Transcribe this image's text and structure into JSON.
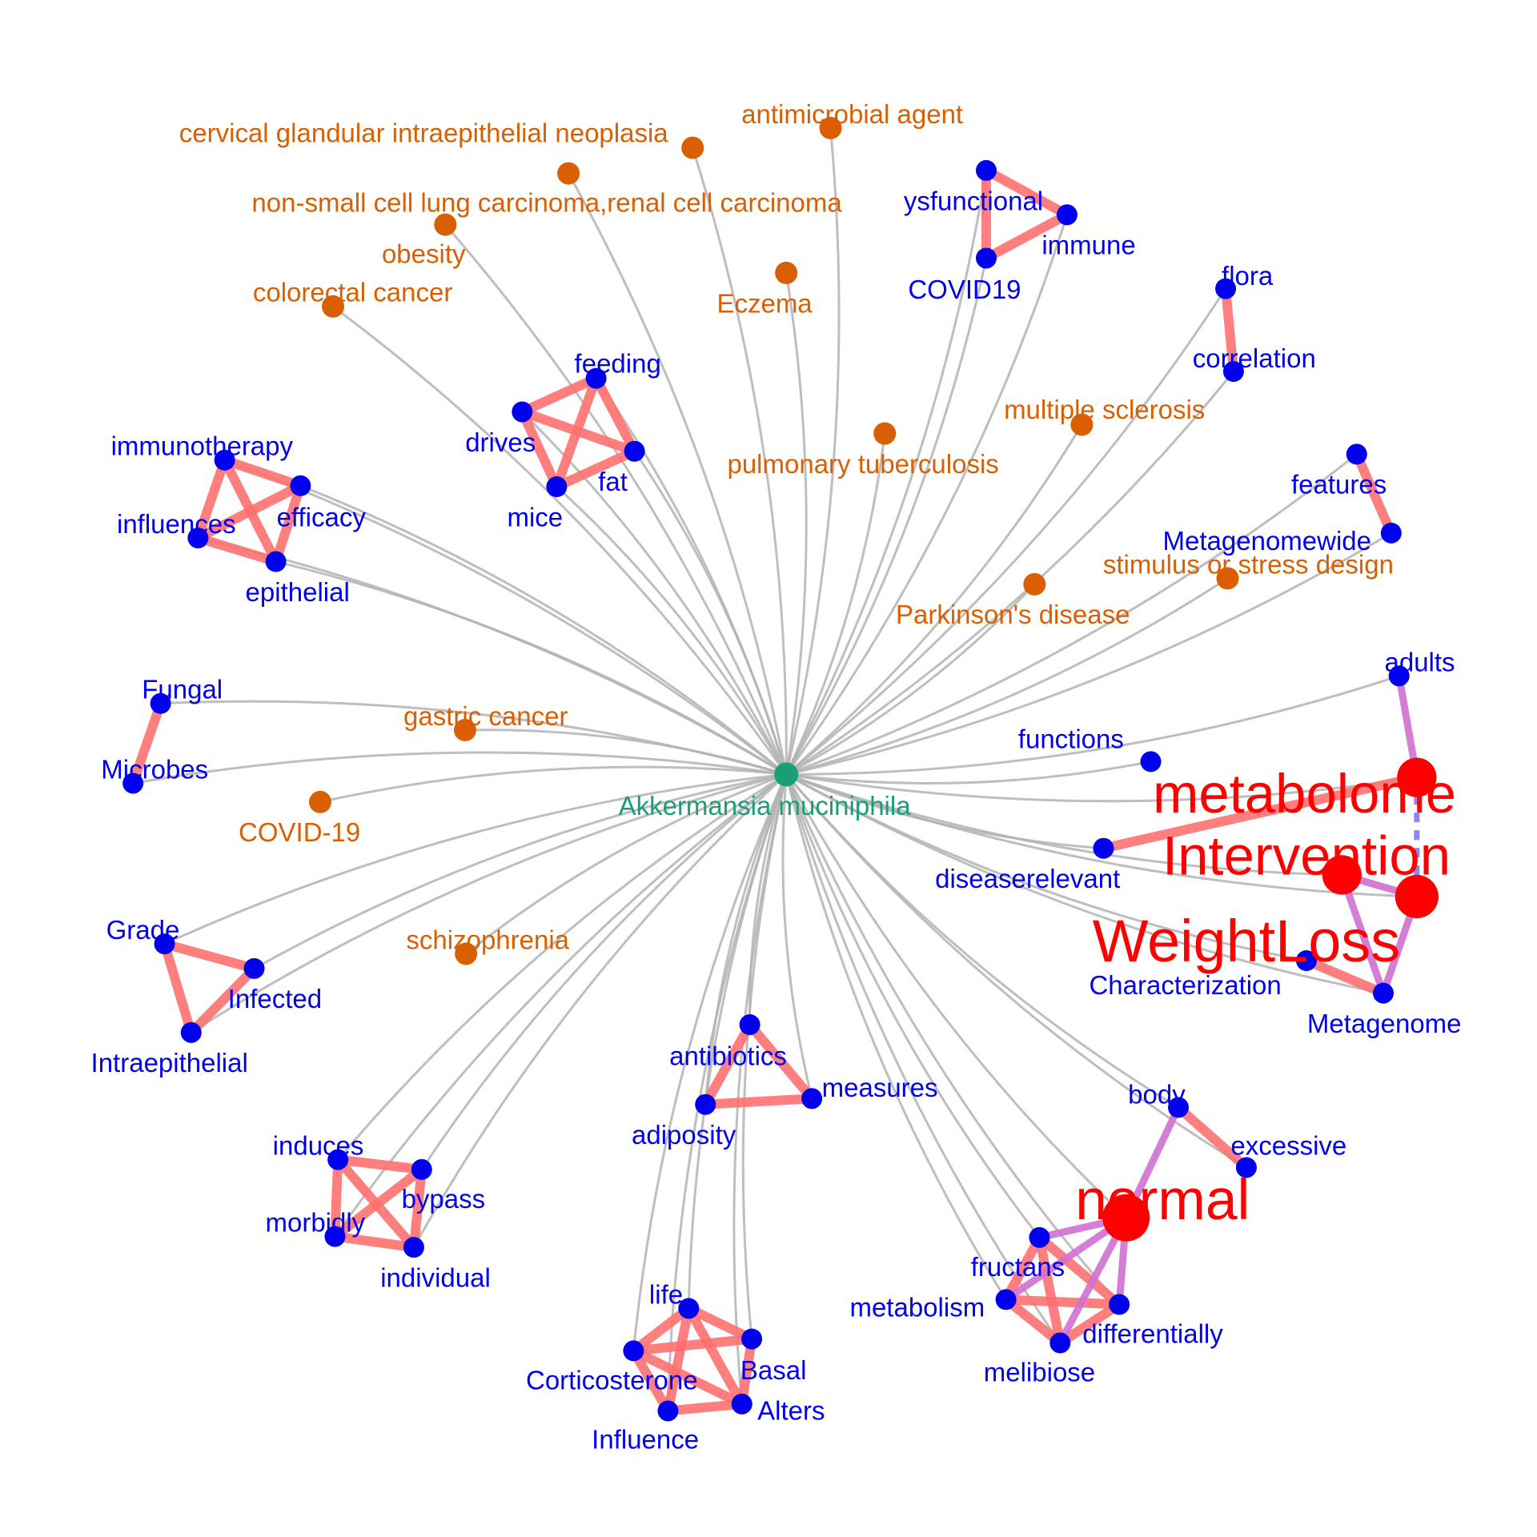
{
  "colors": {
    "center": "#1a9e77",
    "disease": "#d95f02",
    "term": "#0000ee",
    "key": "#ff0000",
    "spoke": "#b3b3b3",
    "cluster_edge": "#ff7070",
    "key_edge": "#d070d0",
    "dashed_edge": "#8888ee"
  },
  "center": {
    "id": "center",
    "label": "Akkermansia muciniphila"
  },
  "nodes": [
    {
      "id": "cgin",
      "label": "cervical glandular intraepithelial neoplasia",
      "type": "disease"
    },
    {
      "id": "antimicrobial",
      "label": "antimicrobial agent",
      "type": "disease"
    },
    {
      "id": "nsclc",
      "label": "non-small cell lung carcinoma,renal cell carcinoma",
      "type": "disease"
    },
    {
      "id": "obesity",
      "label": "obesity",
      "type": "disease"
    },
    {
      "id": "crc",
      "label": "colorectal cancer",
      "type": "disease"
    },
    {
      "id": "eczema",
      "label": "Eczema",
      "type": "disease"
    },
    {
      "id": "ms",
      "label": "multiple sclerosis",
      "type": "disease"
    },
    {
      "id": "ptb",
      "label": "pulmonary tuberculosis",
      "type": "disease"
    },
    {
      "id": "stimulus",
      "label": "stimulus or stress design",
      "type": "disease"
    },
    {
      "id": "pd",
      "label": "Parkinson's disease",
      "type": "disease"
    },
    {
      "id": "gastric",
      "label": "gastric cancer",
      "type": "disease"
    },
    {
      "id": "covid19d",
      "label": "COVID-19",
      "type": "disease"
    },
    {
      "id": "schizo",
      "label": "schizophrenia",
      "type": "disease"
    },
    {
      "id": "dysfunctional",
      "label": "ysfunctional",
      "type": "term"
    },
    {
      "id": "immune",
      "label": "immune",
      "type": "term"
    },
    {
      "id": "covid19",
      "label": "COVID19",
      "type": "term"
    },
    {
      "id": "flora",
      "label": "flora",
      "type": "term"
    },
    {
      "id": "correlation",
      "label": "correlation",
      "type": "term"
    },
    {
      "id": "feeding",
      "label": "feeding",
      "type": "term"
    },
    {
      "id": "drives",
      "label": "drives",
      "type": "term"
    },
    {
      "id": "fat",
      "label": "fat",
      "type": "term"
    },
    {
      "id": "mice",
      "label": "mice",
      "type": "term"
    },
    {
      "id": "immunotherapy",
      "label": "immunotherapy",
      "type": "term"
    },
    {
      "id": "efficacy",
      "label": "efficacy",
      "type": "term"
    },
    {
      "id": "influences",
      "label": "influences",
      "type": "term"
    },
    {
      "id": "epithelial",
      "label": "epithelial",
      "type": "term"
    },
    {
      "id": "features",
      "label": "features",
      "type": "term"
    },
    {
      "id": "metagenomewide",
      "label": "Metagenomewide",
      "type": "term"
    },
    {
      "id": "adults",
      "label": "adults",
      "type": "term"
    },
    {
      "id": "fungal",
      "label": "Fungal",
      "type": "term"
    },
    {
      "id": "microbes",
      "label": "Microbes",
      "type": "term"
    },
    {
      "id": "functions",
      "label": "functions",
      "type": "term"
    },
    {
      "id": "diseaserelevant",
      "label": "diseaserelevant",
      "type": "term"
    },
    {
      "id": "characterization",
      "label": "Characterization",
      "type": "term"
    },
    {
      "id": "metagenome",
      "label": "Metagenome",
      "type": "term"
    },
    {
      "id": "grade",
      "label": "Grade",
      "type": "term"
    },
    {
      "id": "infected",
      "label": "Infected",
      "type": "term"
    },
    {
      "id": "intraepithelial",
      "label": "Intraepithelial",
      "type": "term"
    },
    {
      "id": "antibiotics",
      "label": "antibiotics",
      "type": "term"
    },
    {
      "id": "adiposity",
      "label": "adiposity",
      "type": "term"
    },
    {
      "id": "measures",
      "label": "measures",
      "type": "term"
    },
    {
      "id": "body",
      "label": "body",
      "type": "term"
    },
    {
      "id": "excessive",
      "label": "excessive",
      "type": "term"
    },
    {
      "id": "induces",
      "label": "induces",
      "type": "term"
    },
    {
      "id": "bypass",
      "label": "bypass",
      "type": "term"
    },
    {
      "id": "morbidly",
      "label": "morbidly",
      "type": "term"
    },
    {
      "id": "individual",
      "label": "individual",
      "type": "term"
    },
    {
      "id": "fructans",
      "label": "fructans",
      "type": "term"
    },
    {
      "id": "metabolism",
      "label": "metabolism",
      "type": "term"
    },
    {
      "id": "differentially",
      "label": "differentially",
      "type": "term"
    },
    {
      "id": "melibiose",
      "label": "melibiose",
      "type": "term"
    },
    {
      "id": "life",
      "label": "life",
      "type": "term"
    },
    {
      "id": "corticosterone",
      "label": "Corticosterone",
      "type": "term"
    },
    {
      "id": "basal",
      "label": "Basal",
      "type": "term"
    },
    {
      "id": "alters",
      "label": "Alters",
      "type": "term"
    },
    {
      "id": "influence",
      "label": "Influence",
      "type": "term"
    },
    {
      "id": "metabolome",
      "label": "metabolome",
      "type": "key"
    },
    {
      "id": "intervention",
      "label": "Intervention",
      "type": "key"
    },
    {
      "id": "weightloss",
      "label": "WeightLoss",
      "type": "key"
    },
    {
      "id": "normal",
      "label": "normal",
      "type": "key"
    }
  ],
  "cluster_edges": [
    [
      "dysfunctional",
      "immune"
    ],
    [
      "dysfunctional",
      "covid19"
    ],
    [
      "immune",
      "covid19"
    ],
    [
      "flora",
      "correlation"
    ],
    [
      "feeding",
      "drives"
    ],
    [
      "feeding",
      "fat"
    ],
    [
      "feeding",
      "mice"
    ],
    [
      "drives",
      "fat"
    ],
    [
      "drives",
      "mice"
    ],
    [
      "fat",
      "mice"
    ],
    [
      "immunotherapy",
      "efficacy"
    ],
    [
      "immunotherapy",
      "influences"
    ],
    [
      "immunotherapy",
      "epithelial"
    ],
    [
      "efficacy",
      "epithelial"
    ],
    [
      "influences",
      "epithelial"
    ],
    [
      "efficacy",
      "influences"
    ],
    [
      "features",
      "metagenomewide"
    ],
    [
      "fungal",
      "microbes"
    ],
    [
      "grade",
      "infected"
    ],
    [
      "grade",
      "intraepithelial"
    ],
    [
      "infected",
      "intraepithelial"
    ],
    [
      "antibiotics",
      "adiposity"
    ],
    [
      "antibiotics",
      "measures"
    ],
    [
      "adiposity",
      "measures"
    ],
    [
      "induces",
      "bypass"
    ],
    [
      "induces",
      "morbidly"
    ],
    [
      "induces",
      "individual"
    ],
    [
      "bypass",
      "individual"
    ],
    [
      "morbidly",
      "individual"
    ],
    [
      "bypass",
      "morbidly"
    ],
    [
      "fructans",
      "metabolism"
    ],
    [
      "fructans",
      "melibiose"
    ],
    [
      "metabolism",
      "differentially"
    ],
    [
      "metabolism",
      "melibiose"
    ],
    [
      "differentially",
      "melibiose"
    ],
    [
      "fructans",
      "differentially"
    ],
    [
      "life",
      "corticosterone"
    ],
    [
      "life",
      "basal"
    ],
    [
      "life",
      "alters"
    ],
    [
      "life",
      "influence"
    ],
    [
      "corticosterone",
      "basal"
    ],
    [
      "corticosterone",
      "alters"
    ],
    [
      "corticosterone",
      "influence"
    ],
    [
      "basal",
      "alters"
    ],
    [
      "influence",
      "alters"
    ],
    [
      "body",
      "excessive"
    ],
    [
      "diseaserelevant",
      "metabolome"
    ],
    [
      "characterization",
      "metagenome"
    ]
  ],
  "key_edges": [
    [
      "adults",
      "metabolome"
    ],
    [
      "intervention",
      "metagenome"
    ],
    [
      "weightloss",
      "metagenome"
    ],
    [
      "intervention",
      "weightloss"
    ],
    [
      "body",
      "normal"
    ],
    [
      "normal",
      "fructans"
    ],
    [
      "normal",
      "differentially"
    ],
    [
      "normal",
      "melibiose"
    ],
    [
      "normal",
      "metabolism"
    ]
  ],
  "dashed_edges": [
    [
      "metabolome",
      "weightloss"
    ]
  ]
}
